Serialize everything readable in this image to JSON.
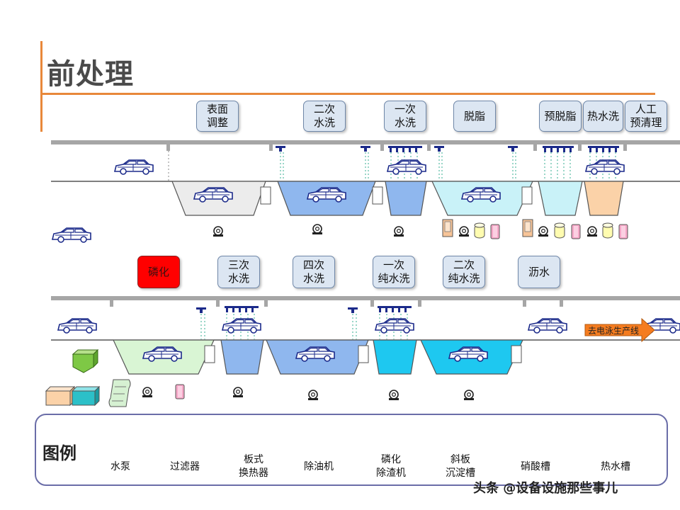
{
  "page": {
    "title": "前处理"
  },
  "top_stages": [
    {
      "id": "surface",
      "label": "表面\n调整"
    },
    {
      "id": "rinse2",
      "label": "二次\n水洗"
    },
    {
      "id": "rinse1",
      "label": "一次\n水洗"
    },
    {
      "id": "degrease",
      "label": "脱脂"
    },
    {
      "id": "predegrease",
      "label": "预脱脂"
    },
    {
      "id": "hotwash",
      "label": "热水洗"
    },
    {
      "id": "manual",
      "label": "人工\n预清理"
    }
  ],
  "bottom_stages": [
    {
      "id": "phosphate",
      "label": "磷化"
    },
    {
      "id": "rinse3",
      "label": "三次\n水洗"
    },
    {
      "id": "rinse4",
      "label": "四次\n水洗"
    },
    {
      "id": "pure1",
      "label": "一次\n纯水洗"
    },
    {
      "id": "pure2",
      "label": "二次\n纯水洗"
    },
    {
      "id": "drain",
      "label": "沥水"
    }
  ],
  "exit_arrow_label": "去电泳生产线",
  "legend": {
    "title": "图例",
    "items": [
      {
        "id": "pump",
        "label": "水泵"
      },
      {
        "id": "filter",
        "label": "过滤器"
      },
      {
        "id": "plate",
        "label": "板式\n换热器"
      },
      {
        "id": "oil",
        "label": "除油机"
      },
      {
        "id": "slag",
        "label": "磷化\n除渣机"
      },
      {
        "id": "settle",
        "label": "斜板\n沉淀槽"
      },
      {
        "id": "nitric",
        "label": "硝酸槽"
      },
      {
        "id": "hotwater",
        "label": "热水槽"
      }
    ]
  },
  "watermark": "头条 @设备设施那些事儿",
  "colors": {
    "accent": "#e8883a",
    "rail": "#a6a6a6",
    "tank_gray": "#ececec",
    "tank_blue": "#8fb7ee",
    "tank_lightblue": "#c9f2f8",
    "tank_cyan": "#1ec8f0",
    "tank_green": "#d9f5d4",
    "tank_orange": "#fbd2a8",
    "phosphate_red": "#ff0000"
  }
}
